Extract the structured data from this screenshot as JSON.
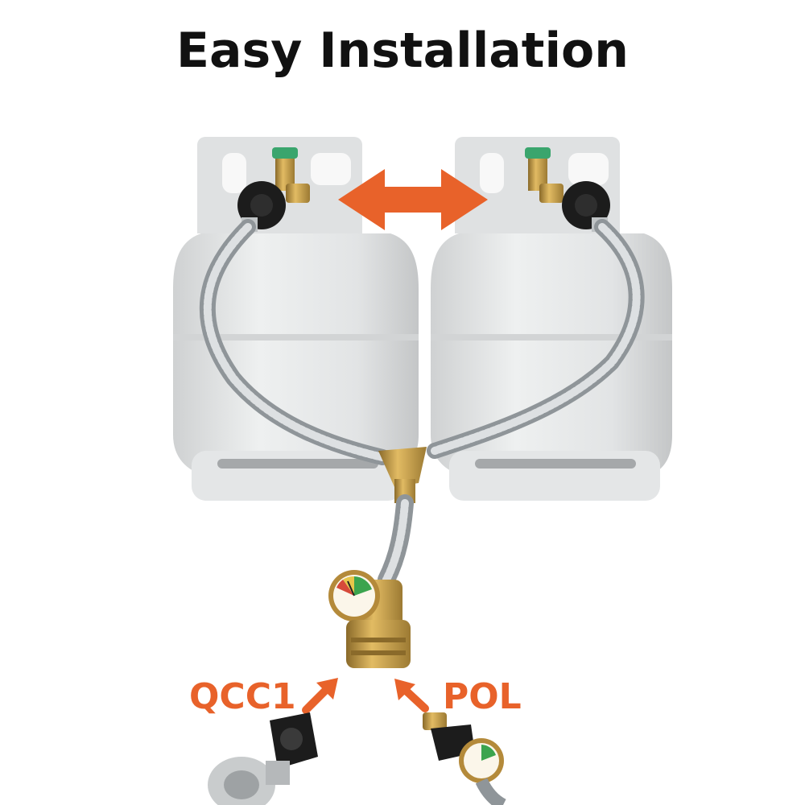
{
  "title": "Easy Installation",
  "labels": {
    "left": "QCC1",
    "right": "POL"
  },
  "colors": {
    "title": "#111111",
    "accent": "#e8622a",
    "tank": "#e7e8e8",
    "brass": "#c79a3f",
    "knob": "#1c1c1c"
  }
}
